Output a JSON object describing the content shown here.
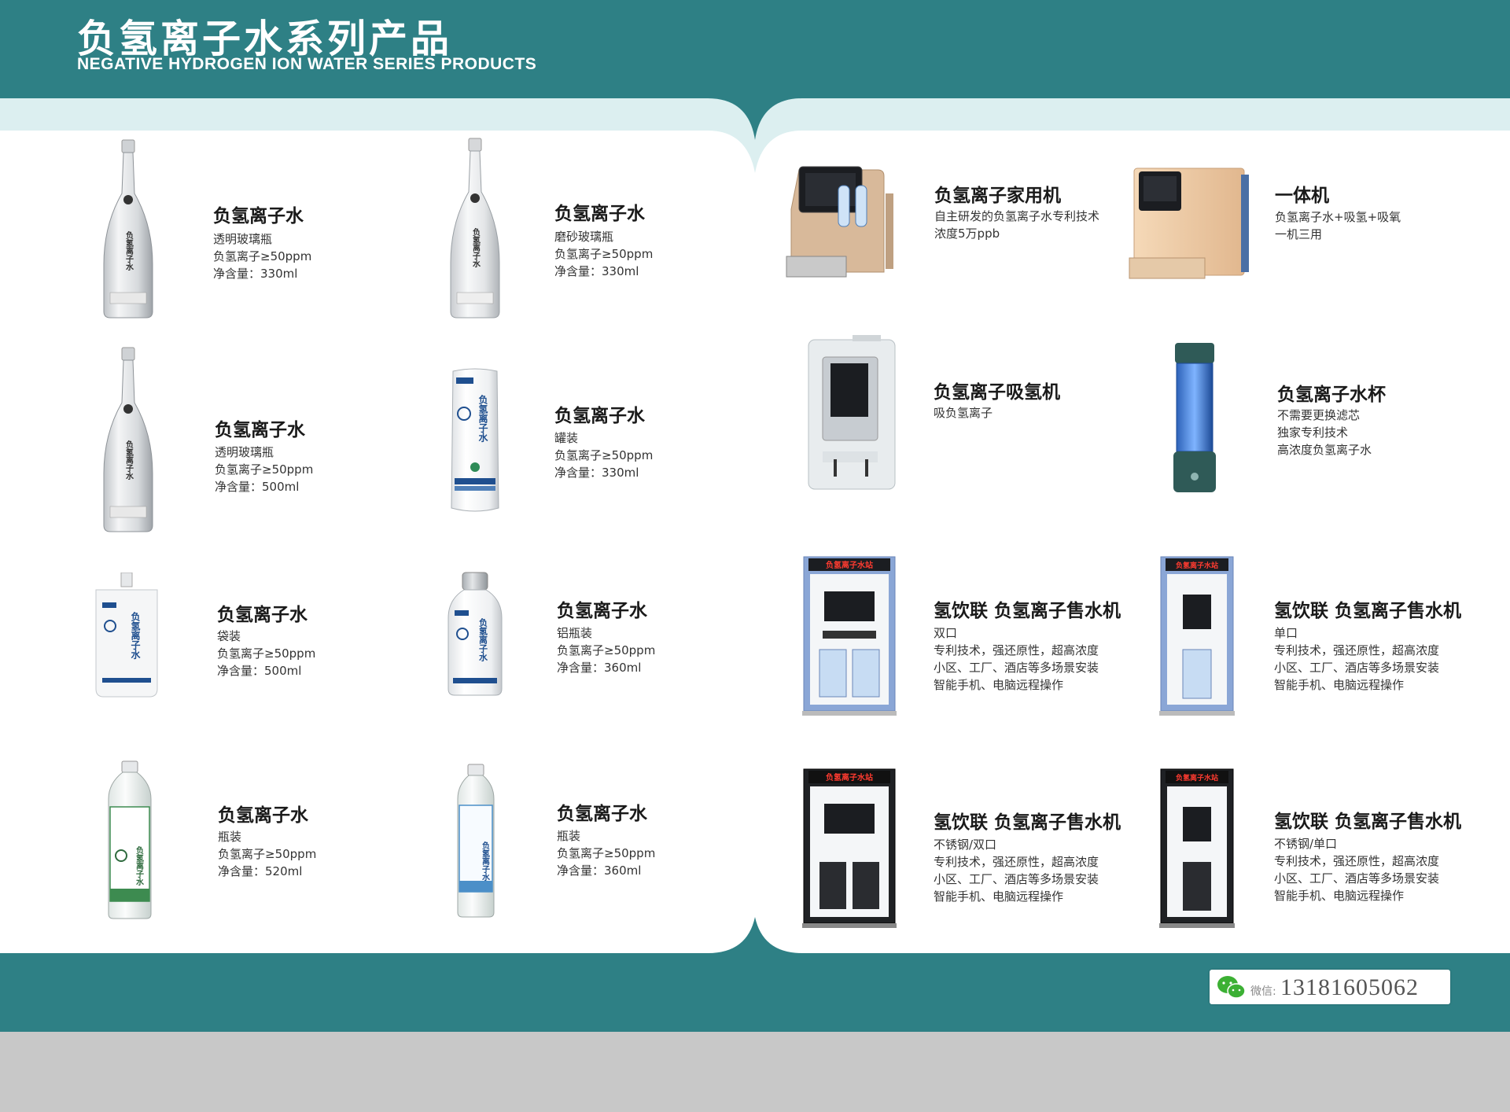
{
  "header": {
    "title_cn": "负氢离子水系列产品",
    "title_en": "NEGATIVE HYDROGEN ION WATER SERIES PRODUCTS"
  },
  "colors": {
    "teal": "#2e8085",
    "light_teal": "#dceff0",
    "white": "#ffffff",
    "grey": "#c8c8c8"
  },
  "water_products": [
    {
      "title": "负氢离子水",
      "lines": [
        "透明玻璃瓶",
        "负氢离子≥50ppm",
        "净含量：330ml"
      ]
    },
    {
      "title": "负氢离子水",
      "lines": [
        "磨砂玻璃瓶",
        "负氢离子≥50ppm",
        "净含量：330ml"
      ]
    },
    {
      "title": "负氢离子水",
      "lines": [
        "透明玻璃瓶",
        "负氢离子≥50ppm",
        "净含量：500ml"
      ]
    },
    {
      "title": "负氢离子水",
      "lines": [
        "罐装",
        "负氢离子≥50ppm",
        "净含量：330ml"
      ]
    },
    {
      "title": "负氢离子水",
      "lines": [
        "袋装",
        "负氢离子≥50ppm",
        "净含量：500ml"
      ]
    },
    {
      "title": "负氢离子水",
      "lines": [
        "铝瓶装",
        "负氢离子≥50ppm",
        "净含量：360ml"
      ]
    },
    {
      "title": "负氢离子水",
      "lines": [
        "瓶装",
        "负氢离子≥50ppm",
        "净含量：520ml"
      ]
    },
    {
      "title": "负氢离子水",
      "lines": [
        "瓶装",
        "负氢离子≥50ppm",
        "净含量：360ml"
      ]
    }
  ],
  "device_products": [
    {
      "title": "负氢离子家用机",
      "lines": [
        "自主研发的负氢离子水专利技术",
        "浓度5万ppb"
      ]
    },
    {
      "title": "一体机",
      "lines": [
        "负氢离子水+吸氢+吸氧",
        "一机三用"
      ]
    },
    {
      "title": "负氢离子吸氢机",
      "lines": [
        "吸负氢离子"
      ]
    },
    {
      "title": "负氢离子水杯",
      "lines": [
        "不需要更换滤芯",
        "独家专利技术",
        "高浓度负氢离子水"
      ]
    },
    {
      "title": "氢饮联 负氢离子售水机",
      "lines": [
        "双口",
        "专利技术，强还原性，超高浓度",
        "小区、工厂、酒店等多场景安装",
        "智能手机、电脑远程操作"
      ]
    },
    {
      "title": "氢饮联 负氢离子售水机",
      "lines": [
        "单口",
        "专利技术，强还原性，超高浓度",
        "小区、工厂、酒店等多场景安装",
        "智能手机、电脑远程操作"
      ]
    },
    {
      "title": "氢饮联 负氢离子售水机",
      "lines": [
        "不锈钢/双口",
        "专利技术，强还原性，超高浓度",
        "小区、工厂、酒店等多场景安装",
        "智能手机、电脑远程操作"
      ]
    },
    {
      "title": "氢饮联 负氢离子售水机",
      "lines": [
        "不锈钢/单口",
        "专利技术，强还原性，超高浓度",
        "小区、工厂、酒店等多场景安装",
        "智能手机、电脑远程操作"
      ]
    }
  ],
  "machine_signs": {
    "station_sign": "负氢离子水站",
    "bottle_label": "负氢离子水"
  },
  "contact": {
    "wechat_label": "微信:",
    "phone": "13181605062",
    "icon": "wechat-icon"
  }
}
